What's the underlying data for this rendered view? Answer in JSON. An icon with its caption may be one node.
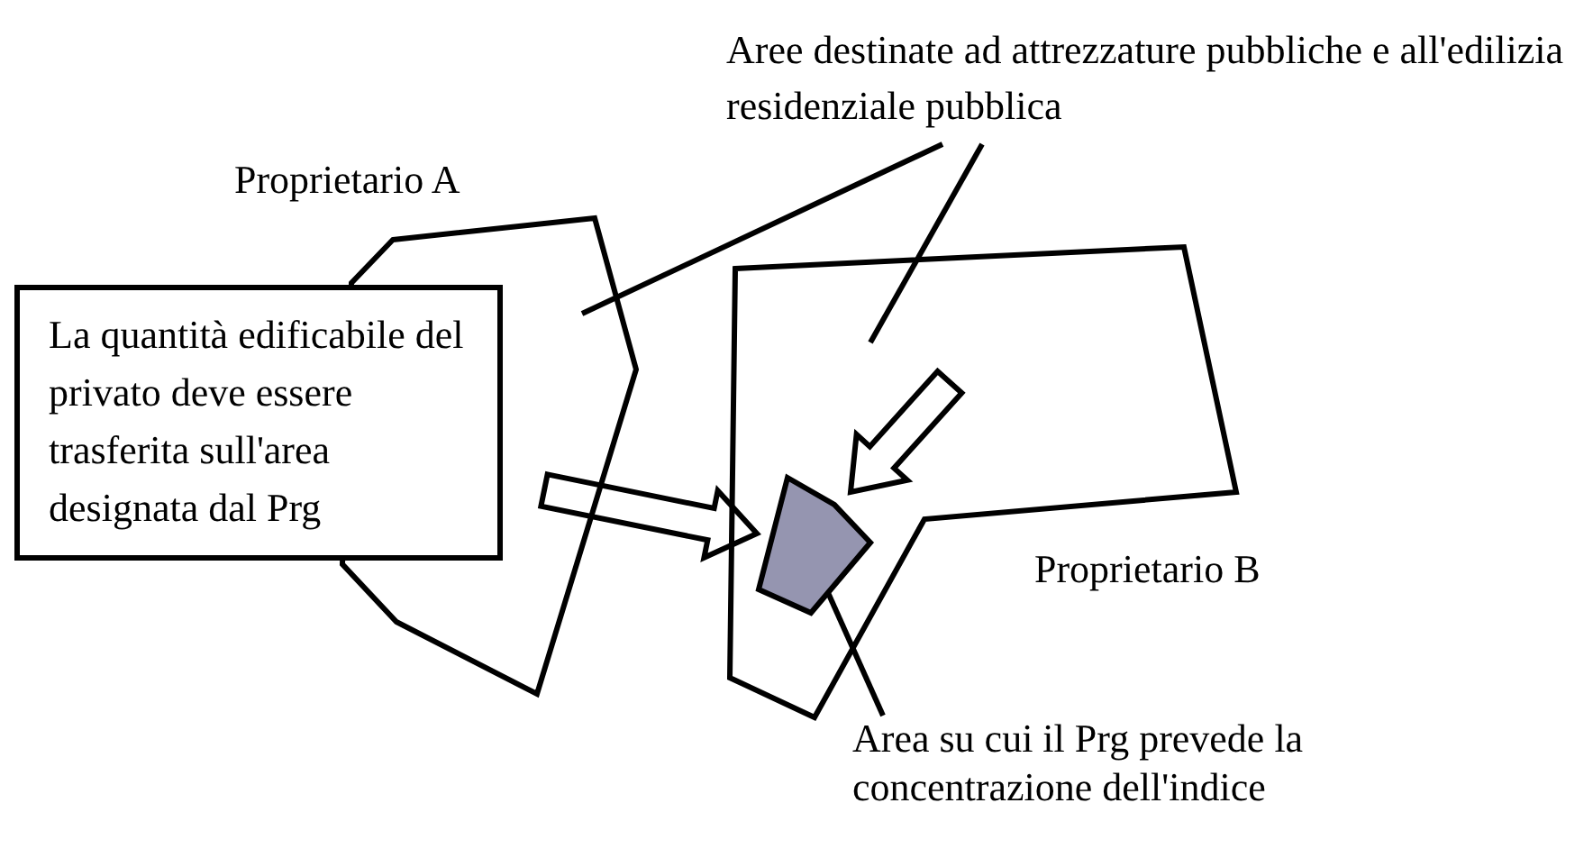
{
  "diagram": {
    "nodes": [
      {
        "text": [
          "Proprietario A"
        ]
      },
      {
        "text": [
          "La quantità edificabile del privato deve essere trasferita sull'area designata dal Prg"
        ]
      },
      {
        "text": [
          "Proprietario B"
        ]
      },
      {
        "text": [],
        "shape": "box",
        "in": 2
      },
      {
        "text": [
          "Aree destinate ad attrezzature pubbliche e all'edilizia residenziale pubblica"
        ]
      },
      {
        "text": [
          "Area su cui il Prg prevede la concentrazione dell'indice"
        ]
      }
    ],
    "edges": [
      {
        "from": 4,
        "to": 0,
        "arrow": "none"
      },
      {
        "from": 4,
        "to": 2,
        "arrow": "none"
      },
      {
        "from": 1,
        "to": 3,
        "arrow": "to",
        "style": "thick"
      },
      {
        "from": null,
        "to": 3,
        "arrow": "to",
        "style": "thick"
      },
      {
        "from": 5,
        "to": 3,
        "arrow": "none"
      }
    ]
  }
}
